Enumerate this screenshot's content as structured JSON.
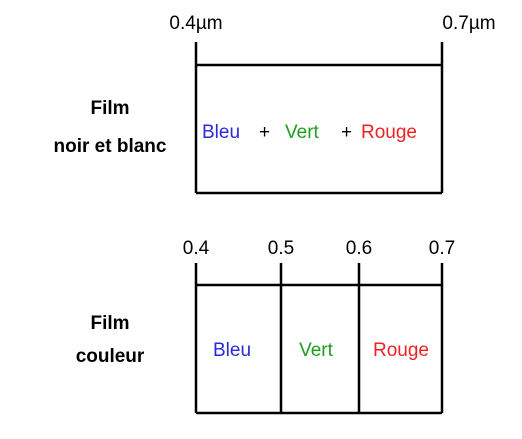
{
  "bw": {
    "label_line1": "Film",
    "label_line2": "noir et blanc",
    "range_start": "0.4µm",
    "range_end": "0.7µm",
    "bands": [
      {
        "text": "Bleu",
        "color": "#2a2ad8"
      },
      {
        "text": "+",
        "color": "#000000"
      },
      {
        "text": "Vert",
        "color": "#1e9e1e"
      },
      {
        "text": "+",
        "color": "#000000"
      },
      {
        "text": "Rouge",
        "color": "#ee2222"
      }
    ]
  },
  "color_film": {
    "label_line1": "Film",
    "label_line2": "couleur",
    "ticks": [
      "0.4",
      "0.5",
      "0.6",
      "0.7"
    ],
    "bands": [
      {
        "text": "Bleu",
        "color": "#2a2ad8"
      },
      {
        "text": "Vert",
        "color": "#1e9e1e"
      },
      {
        "text": "Rouge",
        "color": "#ee2222"
      }
    ]
  },
  "colors": {
    "stroke": "#000000",
    "background": "#ffffff"
  }
}
